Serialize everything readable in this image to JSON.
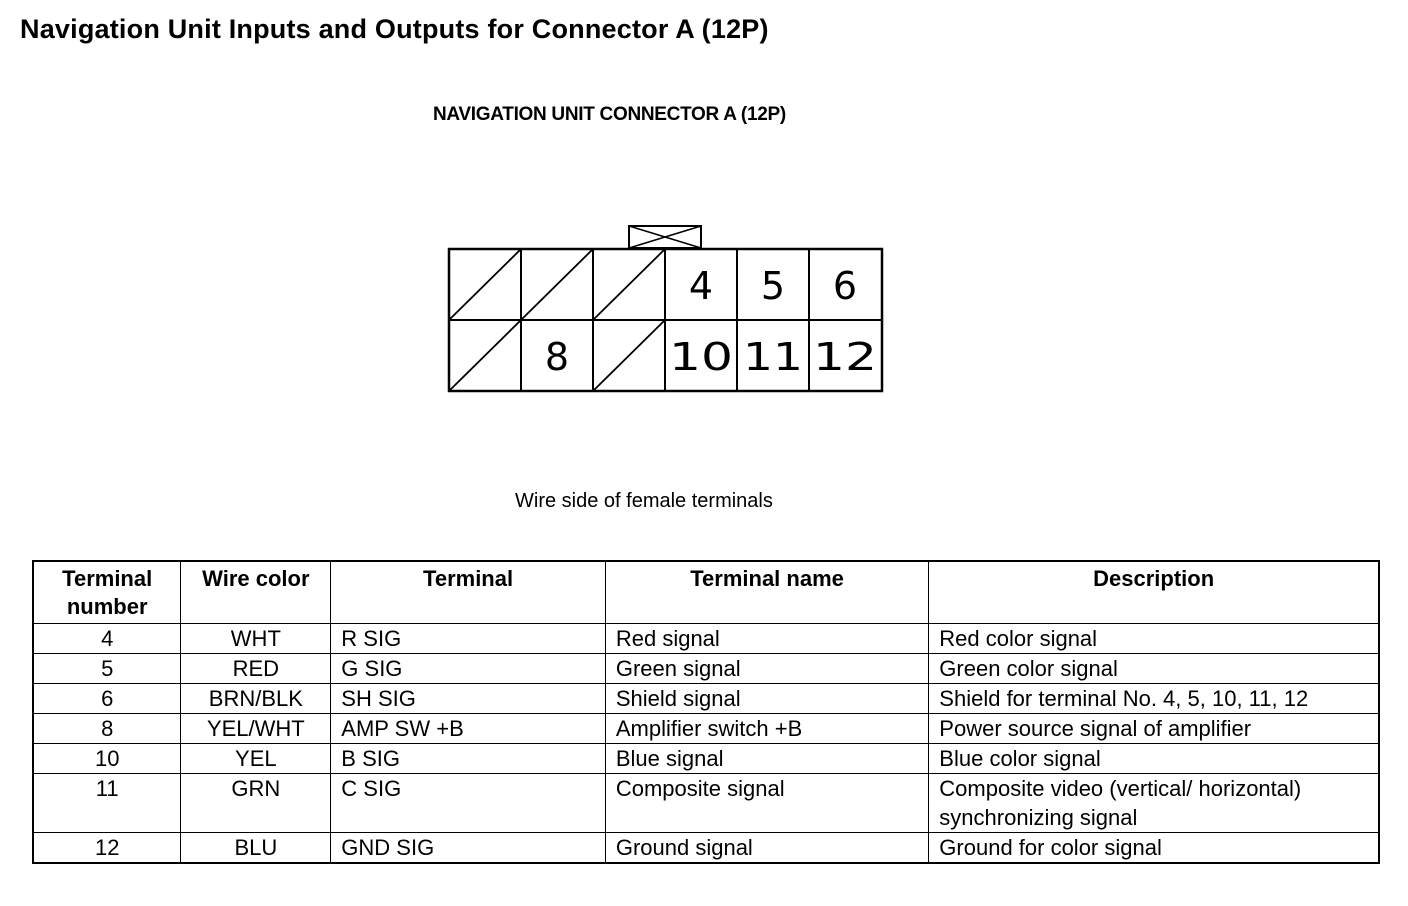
{
  "page_title": "Navigation Unit Inputs and Outputs for Connector A (12P)",
  "diagram": {
    "title": "NAVIGATION UNIT CONNECTOR A (12P)",
    "caption": "Wire side of female terminals",
    "top_row": [
      "",
      "",
      "",
      "4",
      "5",
      "6"
    ],
    "bottom_row": [
      "",
      "8",
      "",
      "10",
      "11",
      "12"
    ]
  },
  "table": {
    "headers": [
      "Terminal number",
      "Wire color",
      "Terminal",
      "Terminal name",
      "Description"
    ],
    "rows": [
      {
        "number": "4",
        "color": "WHT",
        "terminal": "R SIG",
        "name": "Red signal",
        "description": "Red color signal"
      },
      {
        "number": "5",
        "color": "RED",
        "terminal": "G SIG",
        "name": "Green signal",
        "description": "Green color signal"
      },
      {
        "number": "6",
        "color": "BRN/BLK",
        "terminal": "SH SIG",
        "name": "Shield signal",
        "description": "Shield for terminal No. 4, 5, 10, 11, 12"
      },
      {
        "number": "8",
        "color": "YEL/WHT",
        "terminal": "AMP SW +B",
        "name": "Amplifier switch +B",
        "description": "Power source signal of amplifier"
      },
      {
        "number": "10",
        "color": "YEL",
        "terminal": "B SIG",
        "name": "Blue signal",
        "description": "Blue color signal"
      },
      {
        "number": "11",
        "color": "GRN",
        "terminal": "C SIG",
        "name": "Composite signal",
        "description": "Composite video (vertical/ horizontal) synchronizing signal"
      },
      {
        "number": "12",
        "color": "BLU",
        "terminal": "GND SIG",
        "name": "Ground signal",
        "description": "Ground for color signal"
      }
    ]
  }
}
